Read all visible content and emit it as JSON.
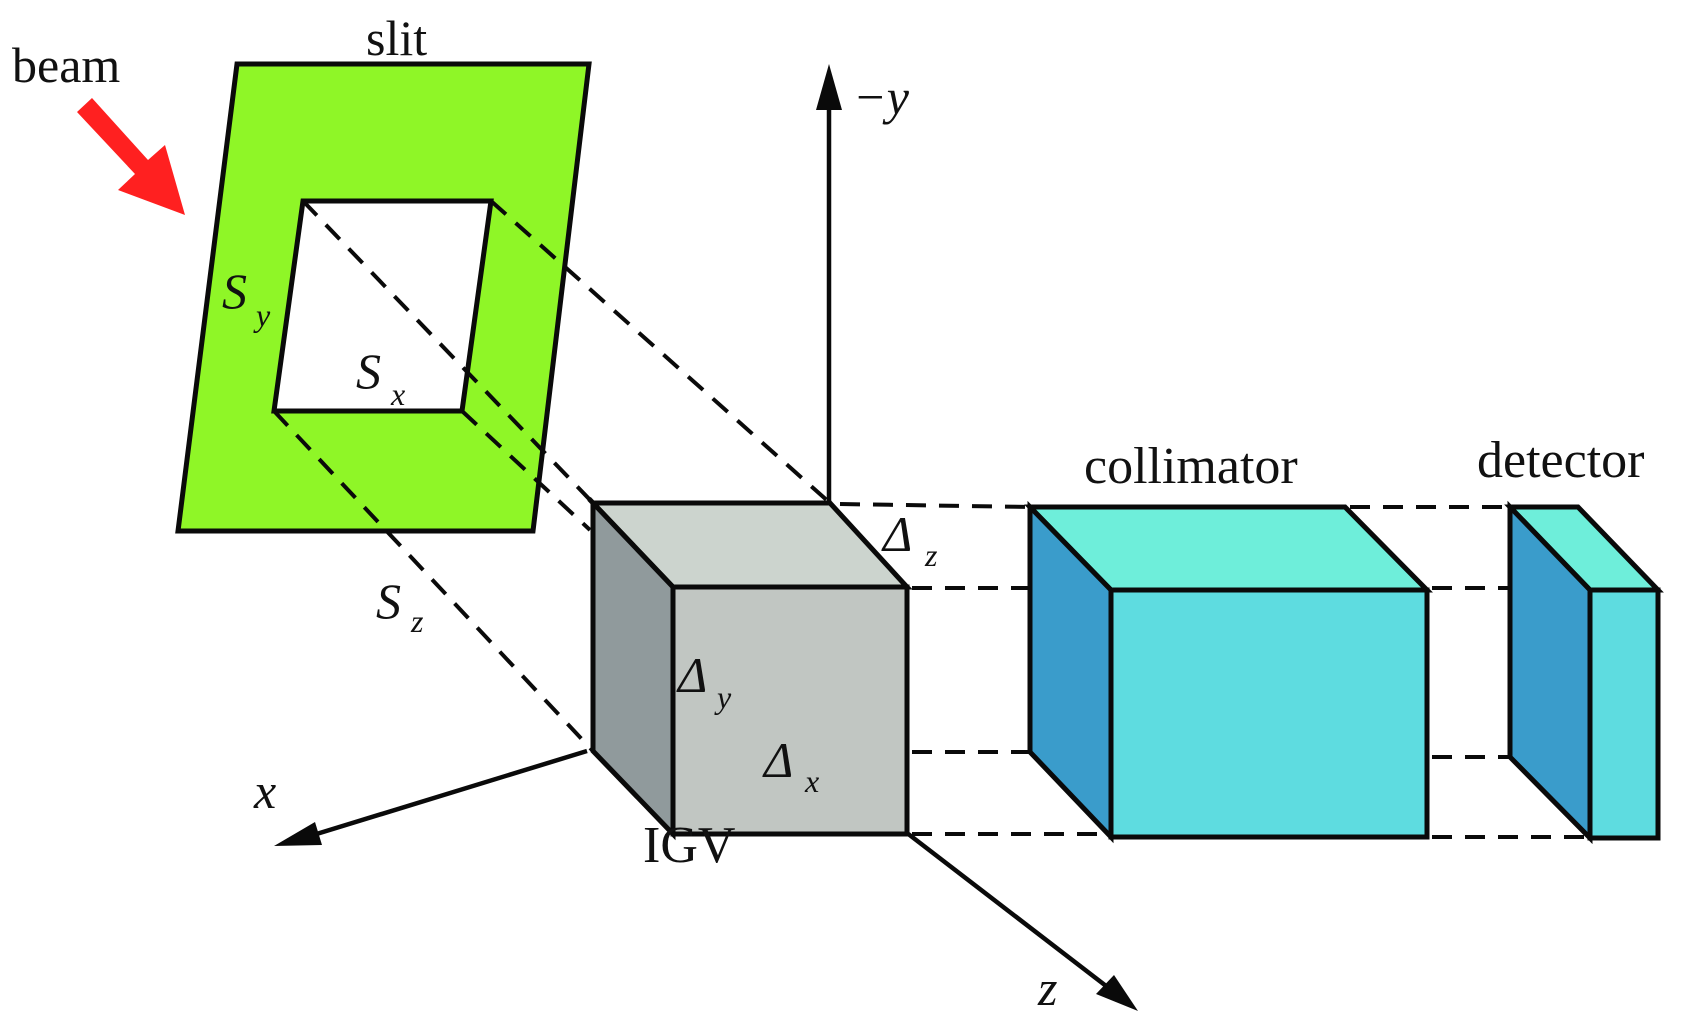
{
  "labels": {
    "beam": "beam",
    "slit": "slit",
    "neg_y_axis": "−y",
    "x_axis": "x",
    "z_axis": "z",
    "igv": "IGV",
    "collimator": "collimator",
    "detector": "detector",
    "slit_y": {
      "main": "S",
      "sub": "y"
    },
    "slit_x": {
      "main": "S",
      "sub": "x"
    },
    "slit_z": {
      "main": "S",
      "sub": "z"
    },
    "delta_z": {
      "main": "Δ",
      "sub": "z"
    },
    "delta_y": {
      "main": "Δ",
      "sub": "y"
    },
    "delta_x": {
      "main": "Δ",
      "sub": "x"
    }
  },
  "colors": {
    "beam_arrow": "#ff2020",
    "slit": "#8ff627",
    "igv_top": "#ccd4ce",
    "igv_front": "#c1c6c2",
    "igv_side": "#909a9c",
    "cyan_top": "#6eeeda",
    "cyan_front": "#5edce0",
    "cyan_side": "#3a9ccb"
  }
}
